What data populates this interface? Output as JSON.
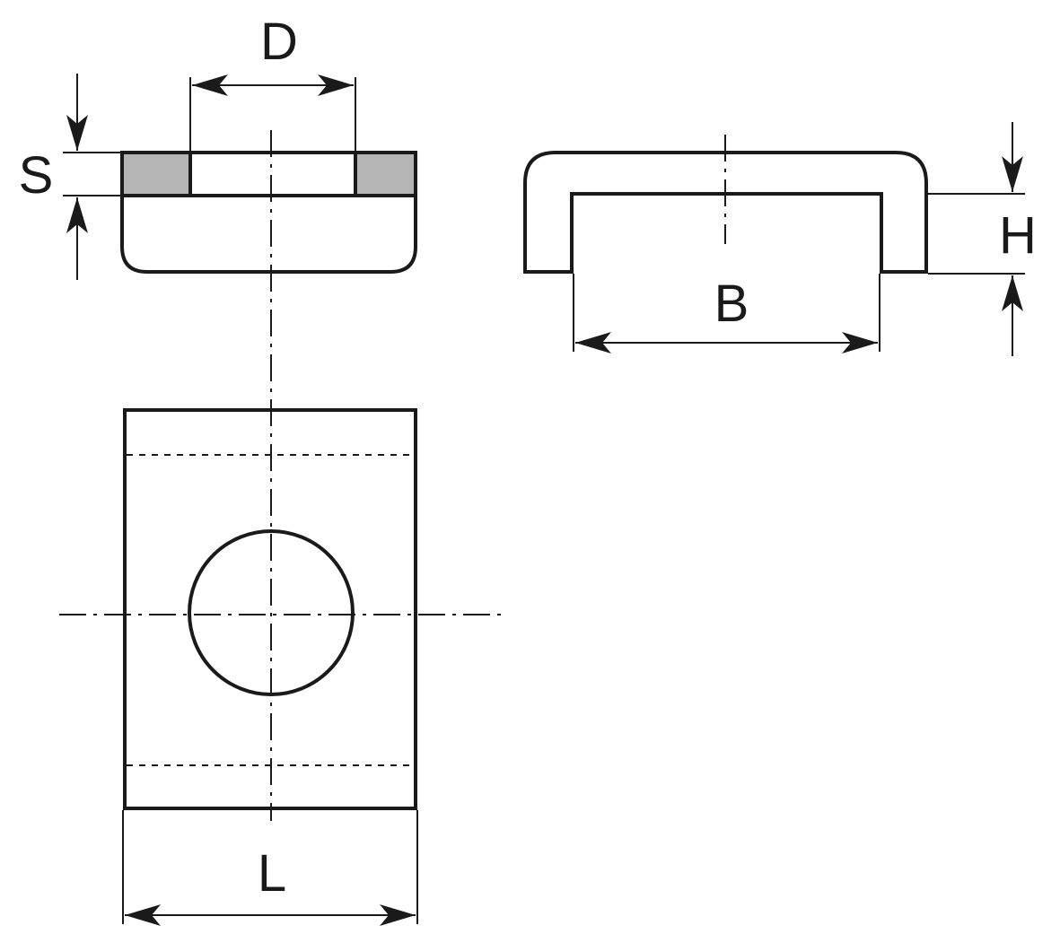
{
  "labels": {
    "D": "D",
    "S": "S",
    "H": "H",
    "B": "B",
    "L": "L"
  },
  "colors": {
    "line": "#1a1a1a",
    "hatch_fill": "#b5b5b5",
    "background": "#ffffff"
  }
}
